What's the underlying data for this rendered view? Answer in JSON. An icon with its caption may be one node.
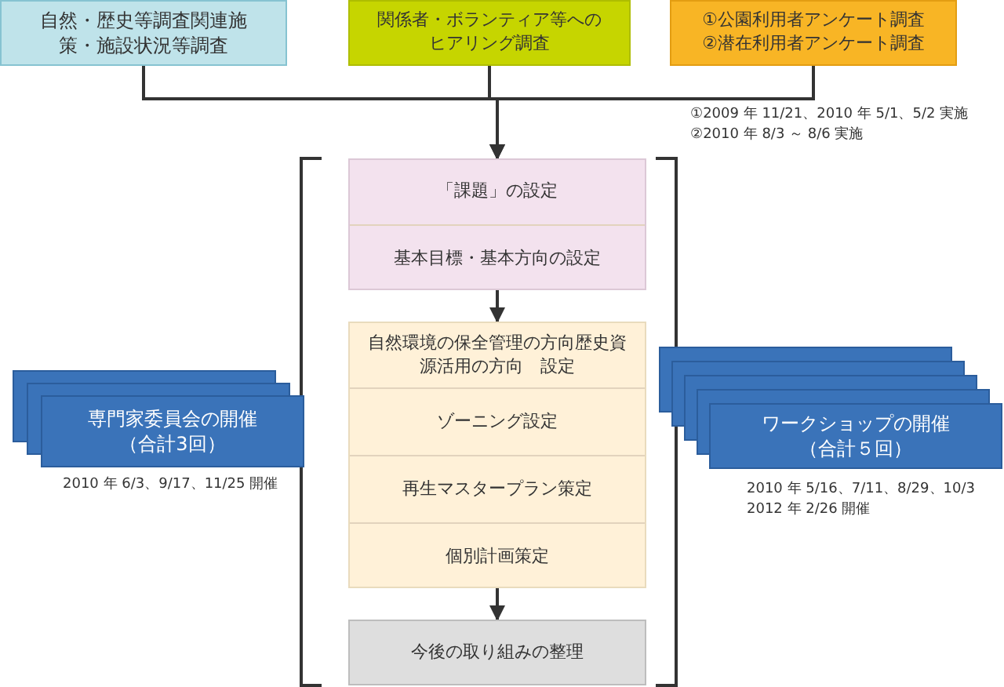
{
  "diagram": {
    "nodes": [
      {
        "text": [
          "自然・歴史等調査関連施策・施設状況等調査"
        ]
      },
      {
        "text": [
          "関係者・ボランティア等へのヒアリング調査"
        ]
      },
      {
        "text": [
          "①公園利用者アンケート調査②潜在利用者アンケート調査"
        ],
        "beside": [
          "①2009 年 11/21、2010 年 5/1、5/2 実施",
          "②2010 年 8/3 ～ 8/6 実施"
        ]
      },
      {
        "text": [],
        "shape": "box"
      },
      {
        "text": [
          "「課題」の設定"
        ],
        "in": 3
      },
      {
        "text": [
          "基本目標・基本方向の設定"
        ],
        "in": 3
      },
      {
        "text": [],
        "shape": "box"
      },
      {
        "text": [
          "自然環境の保全管理の方向歴史資源活用の方向　設定"
        ],
        "in": 6
      },
      {
        "text": [
          "ゾーニング設定"
        ],
        "in": 6
      },
      {
        "text": [
          "再生マスタープラン策定"
        ],
        "in": 6
      },
      {
        "text": [
          "個別計画策定"
        ],
        "in": 6
      },
      {
        "text": [
          "今後の取り組みの整理"
        ]
      },
      {
        "text": [
          "専門家委員会の開催（合計3回）"
        ],
        "beside": [
          "2010 年 6/3、9/17、11/25 開催"
        ]
      },
      {
        "text": [
          "ワークショップの開催（合計５回）"
        ],
        "beside": [
          "2010 年 5/16、7/11、8/29、10/3",
          "2012 年 2/26 開催"
        ]
      }
    ],
    "edges": [
      {
        "from": 0,
        "to": 3,
        "arrow": "to"
      },
      {
        "from": 1,
        "to": 3,
        "arrow": "to"
      },
      {
        "from": 2,
        "to": 3,
        "arrow": "to"
      },
      {
        "from": 3,
        "to": 6,
        "arrow": "to"
      },
      {
        "from": 6,
        "to": 11,
        "arrow": "to"
      }
    ]
  }
}
